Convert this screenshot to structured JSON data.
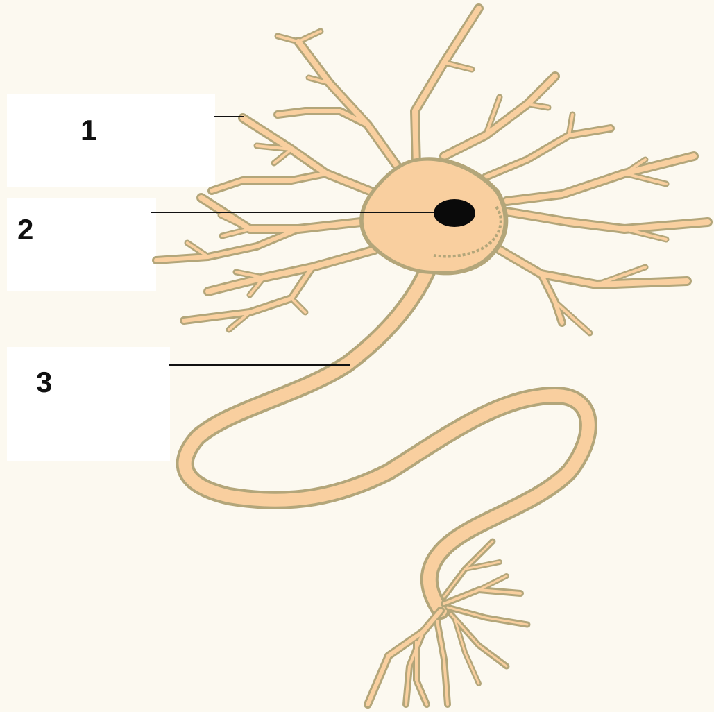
{
  "diagram": {
    "labels": [
      {
        "id": "1",
        "text": "1"
      },
      {
        "id": "2",
        "text": "2"
      },
      {
        "id": "3",
        "text": "3"
      }
    ]
  },
  "colors": {
    "background": "#fcf9f0",
    "label_box": "#ffffff",
    "cell_fill": "#f9cf9f",
    "cell_outline": "#b3a67a",
    "nucleus": "#0a0a0a",
    "leader_line": "#111111"
  }
}
